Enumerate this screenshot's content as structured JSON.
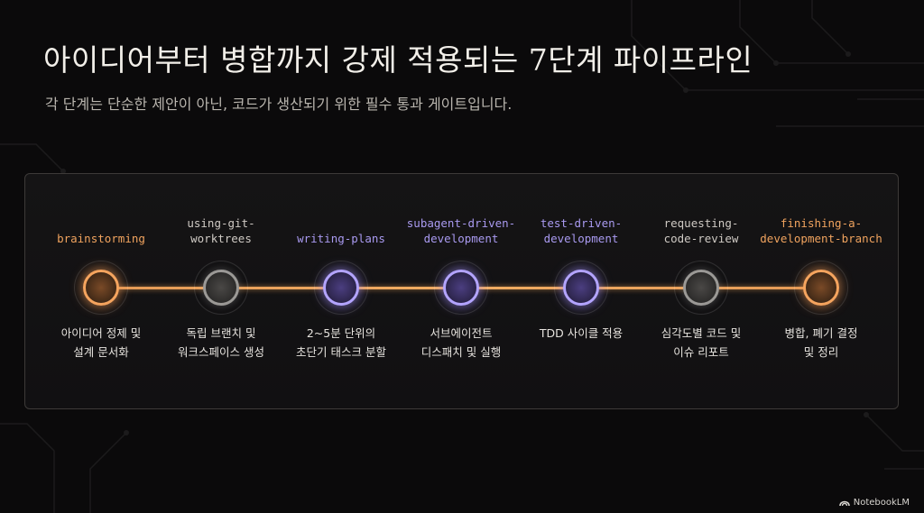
{
  "title": "아이디어부터 병합까지 강제 적용되는 7단계 파이프라인",
  "subtitle": "각 단계는 단순한 제안이 아닌, 코드가 생산되기 위한 필수 통과 게이트입니다.",
  "brand": "NotebookLM",
  "colors": {
    "orange": "#f0a35e",
    "purple": "#a99af0",
    "gray": "#cfcac4",
    "track": "#f2ad62"
  },
  "steps": [
    {
      "label": "brainstorming",
      "desc": "아이디어 정제 및\n설계 문서화",
      "tone": "orange"
    },
    {
      "label": "using-git-\nworktrees",
      "desc": "독립 브랜치 및\n워크스페이스 생성",
      "tone": "gray"
    },
    {
      "label": "writing-plans",
      "desc": "2~5분 단위의\n초단기 태스크 분할",
      "tone": "purple"
    },
    {
      "label": "subagent-driven-\ndevelopment",
      "desc": "서브에이전트\n디스패치 및 실행",
      "tone": "purple"
    },
    {
      "label": "test-driven-\ndevelopment",
      "desc": "TDD 사이클 적용",
      "tone": "purple"
    },
    {
      "label": "requesting-\ncode-review",
      "desc": "심각도별 코드 및\n이슈 리포트",
      "tone": "gray"
    },
    {
      "label": "finishing-a-\ndevelopment-branch",
      "desc": "병합, 폐기 결정\n및 정리",
      "tone": "orange"
    }
  ]
}
